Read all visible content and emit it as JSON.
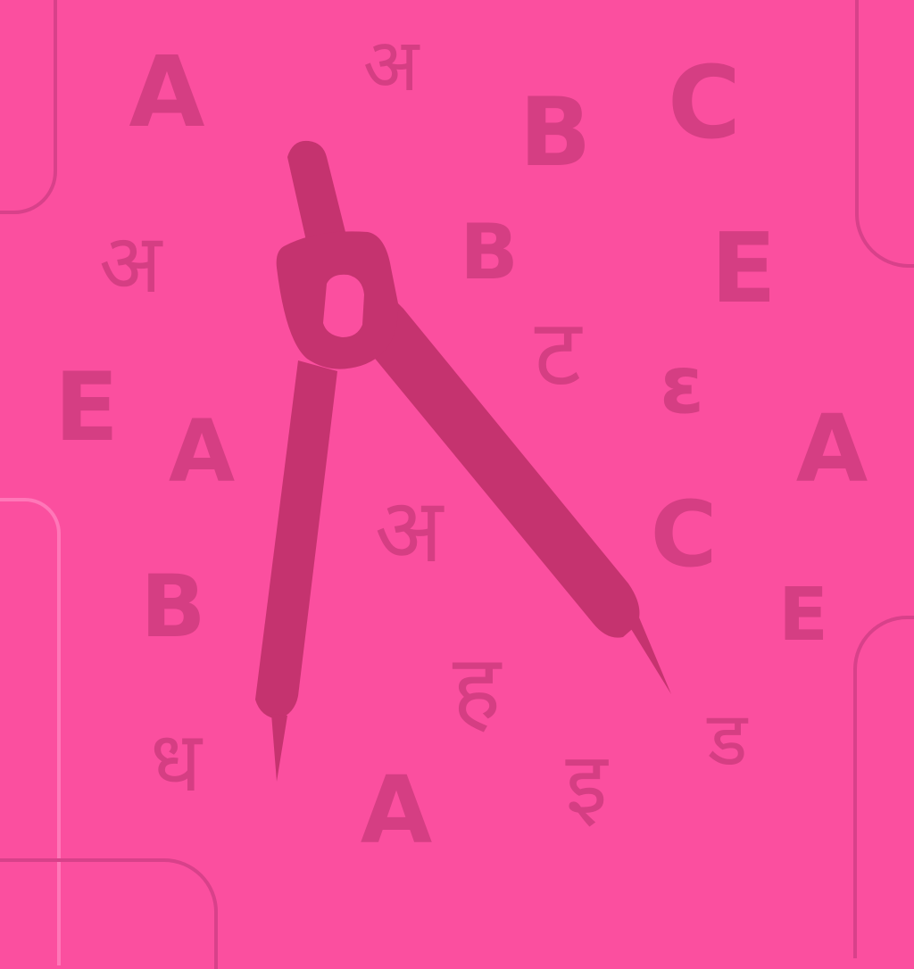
{
  "colors": {
    "background": "#fb4f9f",
    "glyph": "#c9397a",
    "compass": "#c5336f",
    "frame": "#d8418a",
    "frame_light": "#ff77b8"
  },
  "icons": [
    "drawing-compass-icon"
  ],
  "glyphs": [
    "A",
    "अ",
    "B",
    "C",
    "अ",
    "B",
    "E",
    "ट",
    "ε",
    "E",
    "A",
    "A",
    "अ",
    "C",
    "B",
    "E",
    "ह",
    "ध",
    "इ",
    "ड",
    "A"
  ]
}
